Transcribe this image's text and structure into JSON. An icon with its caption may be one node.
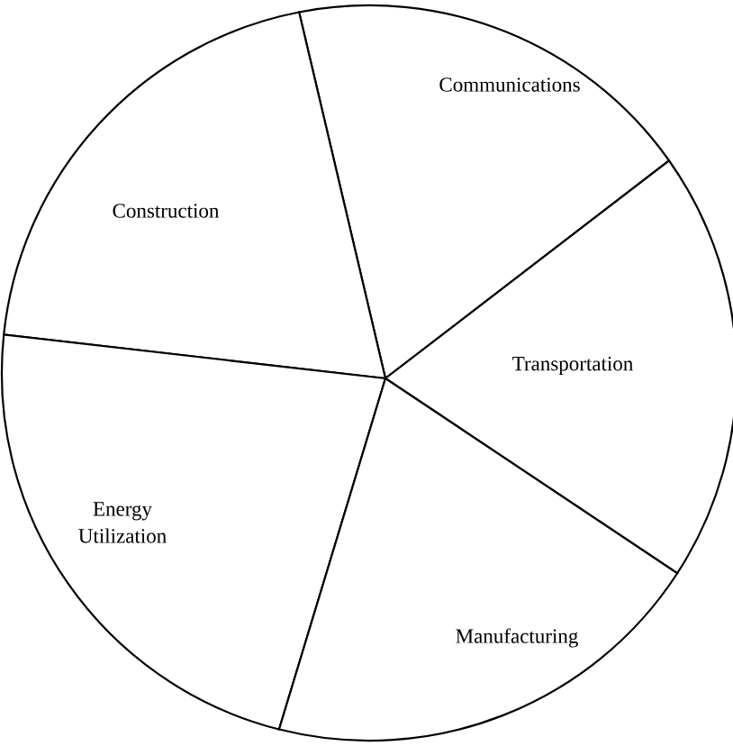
{
  "diagram": {
    "nodes": [
      {
        "text": [
          "Communications"
        ]
      },
      {
        "text": [
          "Construction"
        ]
      },
      {
        "text": [
          "Transportation"
        ]
      },
      {
        "text": [
          "Energy Utilization"
        ]
      },
      {
        "text": [
          "Manufacturing"
        ]
      }
    ]
  }
}
